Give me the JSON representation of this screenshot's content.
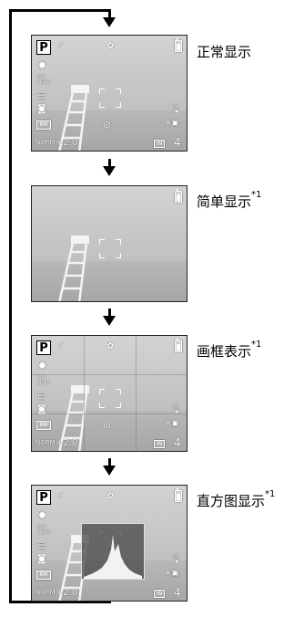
{
  "displays": [
    {
      "label": "正常显示",
      "footnote": ""
    },
    {
      "label": "简单显示",
      "footnote": "*1"
    },
    {
      "label": "画框表示",
      "footnote": "*1"
    },
    {
      "label": "直方图显示",
      "footnote": "*1"
    }
  ],
  "osd": {
    "mode": "P",
    "exposure": "+2.0",
    "iso": "ISO 1600",
    "shots_remaining": "4",
    "memory": "IN",
    "quality": "NORM",
    "size": "8M"
  },
  "icons": {
    "flash": "flash-auto-icon",
    "macro": "macro-flower-icon",
    "battery": "battery-icon",
    "white_balance": "sun-icon",
    "drive": "sequential-icon",
    "metering": "metering-icon",
    "self_timer": "self-timer-icon",
    "mic": "microphone-icon",
    "stabilizer": "image-stabilizer-icon"
  }
}
